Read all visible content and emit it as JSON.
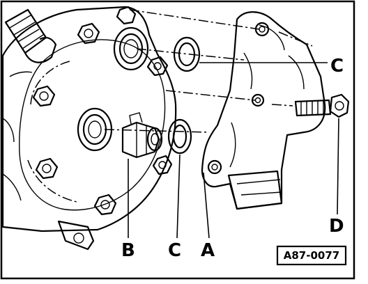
{
  "figure": {
    "callouts": {
      "b": "B",
      "c_lower": "C",
      "a": "A",
      "c_upper": "C",
      "d": "D"
    },
    "reference_number": "A87-0077"
  }
}
